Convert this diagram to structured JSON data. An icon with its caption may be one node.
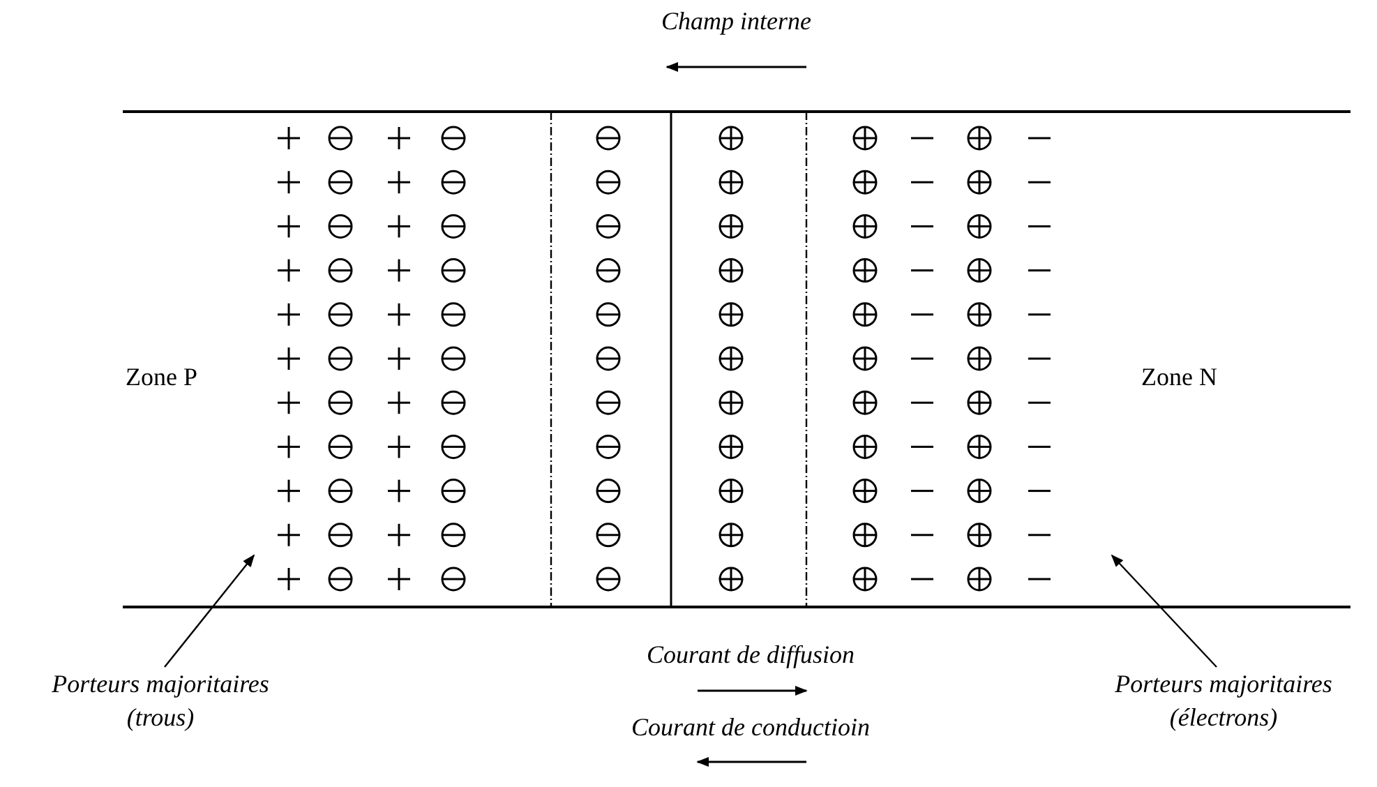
{
  "diagram": {
    "nodes": [
      {
        "text": [
          "Porteurs majoritaires (trous)"
        ]
      },
      {
        "text": [
          "Porteurs majoritaires (électrons)"
        ]
      }
    ],
    "edges": [
      {
        "from": 0,
        "to": null,
        "arrow": "to"
      },
      {
        "from": 1,
        "to": null,
        "arrow": "to"
      }
    ],
    "labels": [
      "Champ interne",
      "Zone P",
      "Zone N",
      "Courant de diffusion",
      "Courant de conductioin"
    ]
  }
}
